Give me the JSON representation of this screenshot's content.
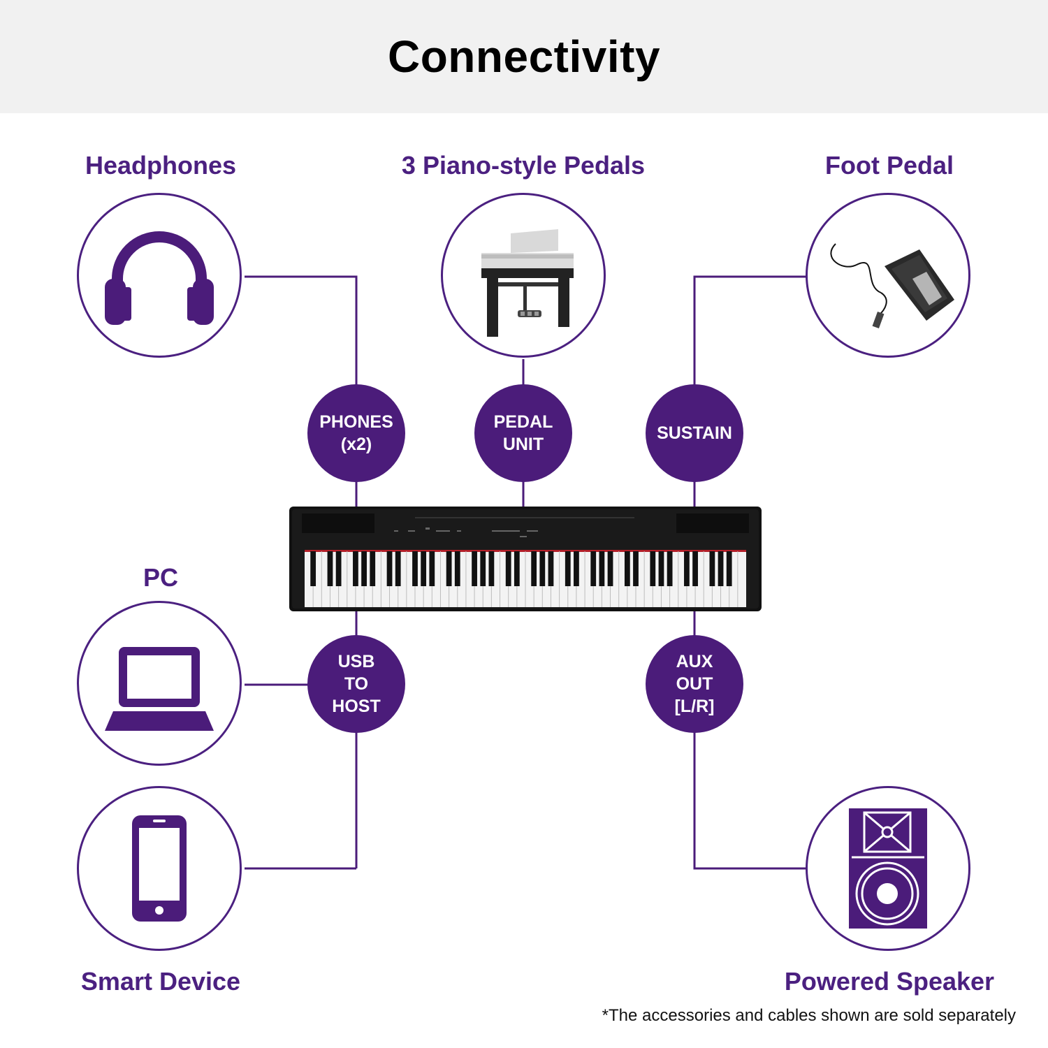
{
  "header": {
    "title": "Connectivity"
  },
  "accessories": {
    "headphones": "Headphones",
    "pedals": "3 Piano-style Pedals",
    "foot_pedal": "Foot Pedal",
    "pc": "PC",
    "smart_device": "Smart Device",
    "speaker": "Powered Speaker"
  },
  "ports": {
    "phones": "PHONES\n(x2)",
    "pedal_unit": "PEDAL\nUNIT",
    "sustain": "SUSTAIN",
    "usb": "USB\nTO\nHOST",
    "aux": "AUX\nOUT\n[L/R]"
  },
  "footnote": "*The accessories and cables shown are sold separately",
  "colors": {
    "accent": "#4b1c7a",
    "outline": "#4b2080",
    "header_bg": "#f1f1f1"
  }
}
